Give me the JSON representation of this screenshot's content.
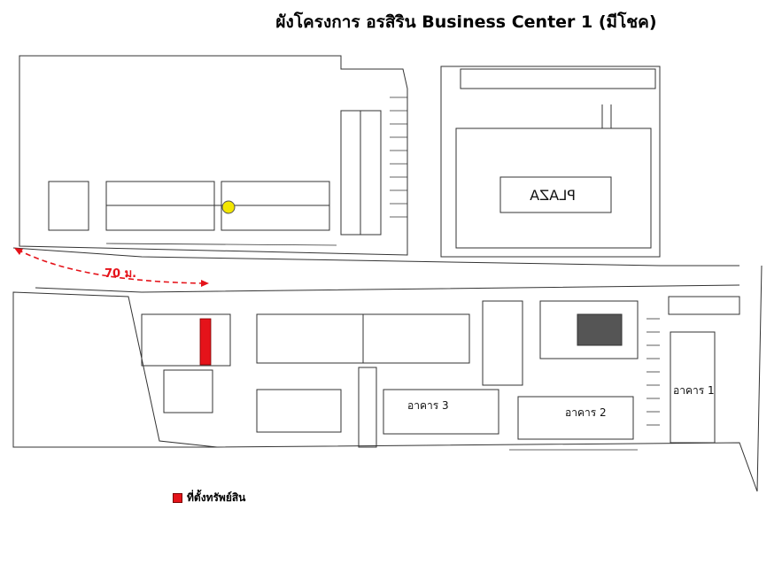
{
  "title": "ผังโครงการ อรสิริน Business Center 1 (มีโชค)",
  "distance_label": "70 ม.",
  "plaza_label": "PLAZA",
  "buildings": [
    {
      "label": "อาคาร 3"
    },
    {
      "label": "อาคาร 2"
    },
    {
      "label": "อาคาร 1"
    }
  ],
  "legend": {
    "label": "ที่ตั้งทรัพย์สิน",
    "color": "#e5131a"
  },
  "colors": {
    "line": "#333333",
    "marker": "#e5131a",
    "arrow": "#e5131a",
    "point": "#f2e600"
  }
}
